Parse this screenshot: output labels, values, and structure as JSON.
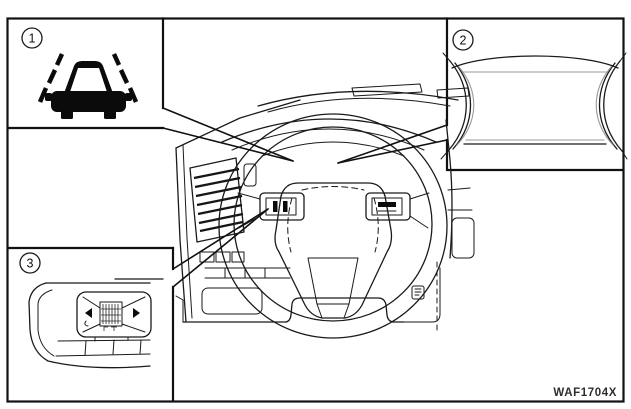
{
  "figure": {
    "code": "WAF1704X",
    "background": "#ffffff",
    "line_color": "#1a1a1a",
    "secondary_line_color": "#999999",
    "callouts": [
      {
        "number": "1",
        "icon": "lane-departure-warning-icon"
      },
      {
        "number": "2",
        "icon": "vehicle-information-display-outline"
      },
      {
        "number": "3",
        "icon": "meter-control-switch-panel"
      }
    ]
  }
}
